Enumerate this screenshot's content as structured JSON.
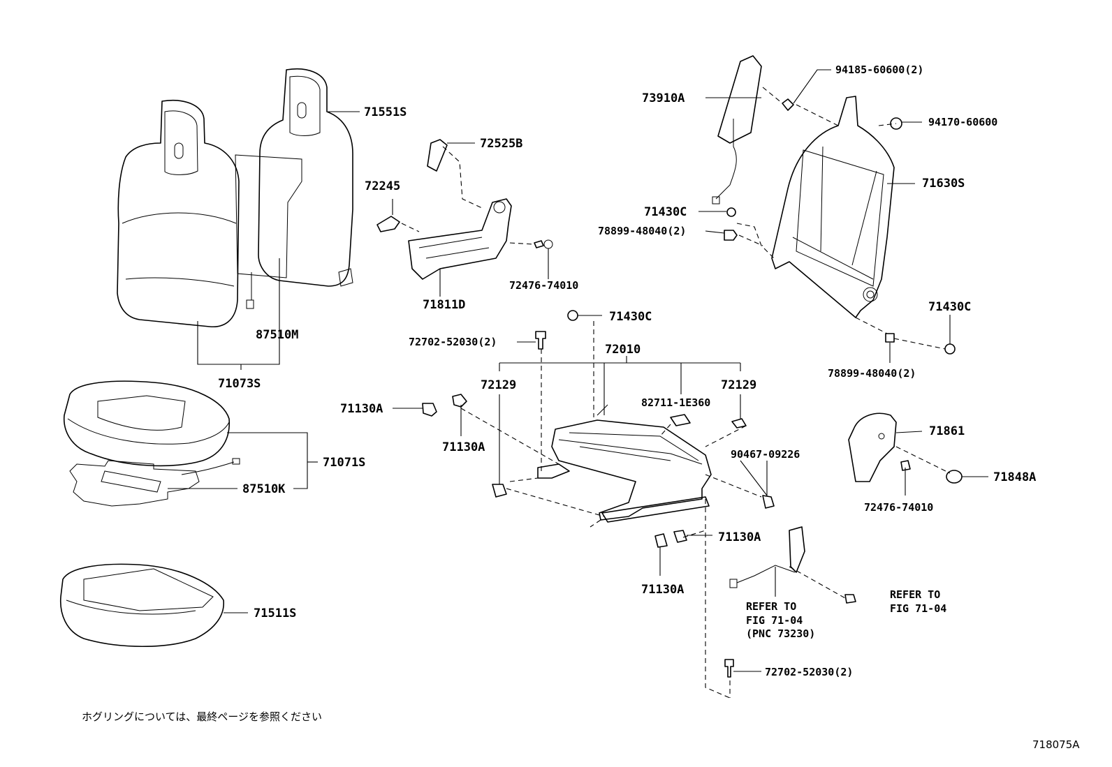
{
  "labels": {
    "p71551S": "71551S",
    "p72525B": "72525B",
    "p72245": "72245",
    "p71811D": "71811D",
    "p72476_74010_a": "72476-74010",
    "p87510M": "87510M",
    "p71073S": "71073S",
    "p73910A": "73910A",
    "p94185": "94185-60600(2)",
    "p94170": "94170-60600",
    "p71630S": "71630S",
    "p71430C_a": "71430C",
    "p78899_a": "78899-48040(2)",
    "p71430C_b": "71430C",
    "p71430C_c": "71430C",
    "p78899_b": "78899-48040(2)",
    "p72702_a": "72702-52030(2)",
    "p72010": "72010",
    "p72129_a": "72129",
    "p72129_b": "72129",
    "p82711": "82711-1E360",
    "p71130A_a": "71130A",
    "p71130A_b": "71130A",
    "p71130A_c": "71130A",
    "p71130A_d": "71130A",
    "p71071S": "71071S",
    "p87510K": "87510K",
    "p90467": "90467-09226",
    "p71861": "71861",
    "p71848A": "71848A",
    "p72476_74010_b": "72476-74010",
    "p71511S": "71511S",
    "p72702_b": "72702-52030(2)"
  },
  "refer_a": {
    "line1": "REFER TO",
    "line2": "FIG 71-04",
    "line3": "(PNC 73230)"
  },
  "refer_b": {
    "line1": "REFER TO",
    "line2": "FIG 71-04"
  },
  "footnote": "ホグリングについては、最終ページを参照ください",
  "figure_code": "718075A"
}
